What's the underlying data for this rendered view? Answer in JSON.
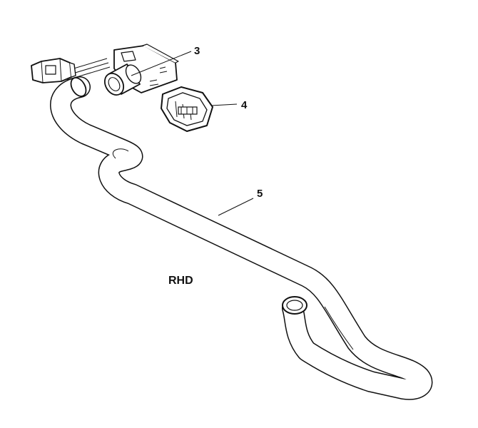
{
  "labels": {
    "part_3": "3",
    "part_4": "4",
    "part_5": "5",
    "region": "RHD"
  },
  "parts": [
    {
      "callout": "3",
      "icon": "hose-connector-with-plug"
    },
    {
      "callout": "4",
      "icon": "retaining-clip"
    },
    {
      "callout": "5",
      "icon": "hose"
    }
  ],
  "colors": {
    "line": "#111111",
    "background": "#ffffff"
  }
}
